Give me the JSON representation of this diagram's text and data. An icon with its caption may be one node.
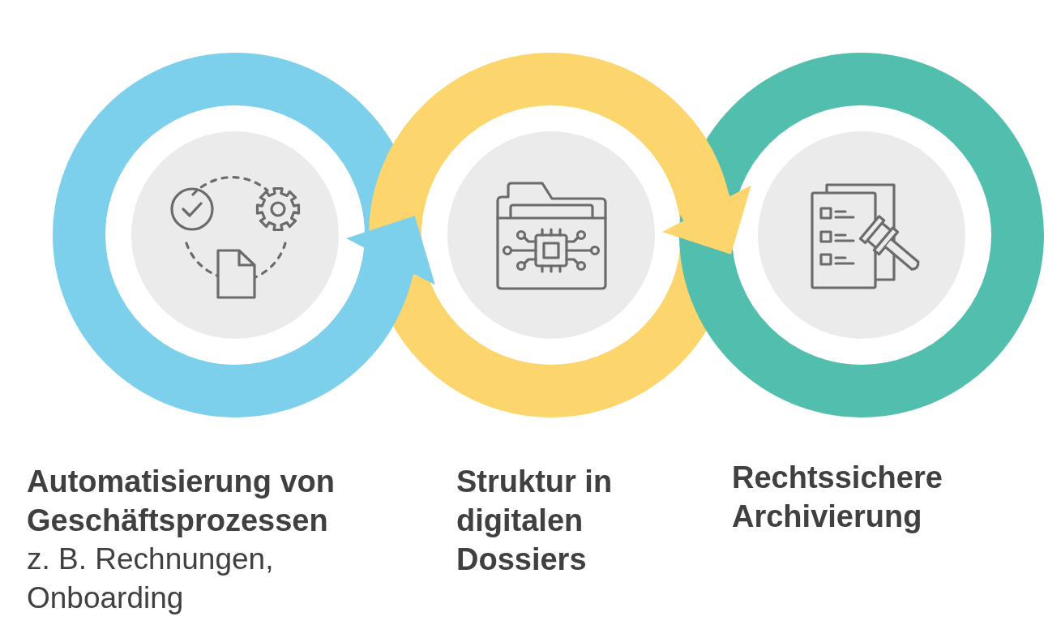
{
  "diagram": {
    "nodes": [
      {
        "text": [
          "Automatisierung von Geschäftsprozessen",
          "z. B. Rechnungen, Onboarding"
        ]
      },
      {
        "text": [
          "Struktur in digitalen Dossiers"
        ]
      },
      {
        "text": [
          "Rechtssichere Archivierung"
        ]
      }
    ],
    "edges": [
      {
        "from": 0,
        "to": 1,
        "arrow": "to",
        "color": "#7dd0ec"
      },
      {
        "from": 1,
        "to": 2,
        "arrow": "to",
        "color": "#fcd56c"
      }
    ]
  }
}
